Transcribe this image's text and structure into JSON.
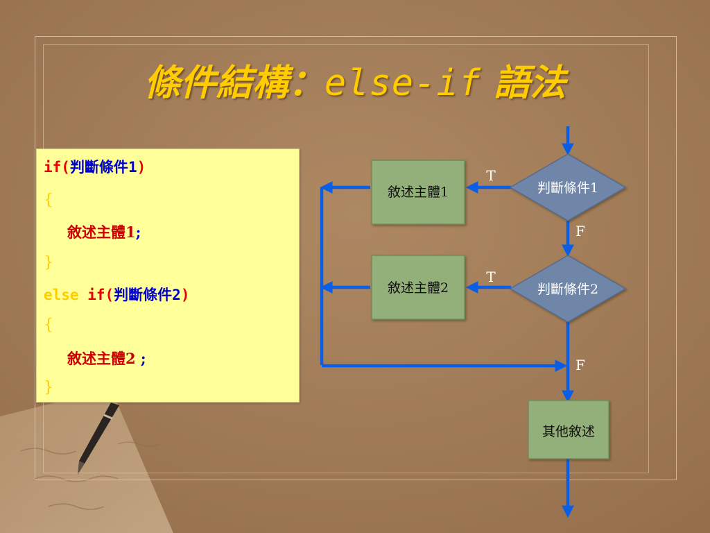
{
  "title": {
    "chinese": "條件結構：",
    "english": "else-if",
    "suffix": " 語法"
  },
  "code": {
    "line1": {
      "keyword": "if(",
      "condition": "判斷條件",
      "number": "1",
      "close": ")"
    },
    "open_brace": "{",
    "line3": {
      "body": "敘述主體",
      "number": "1",
      "semicolon": ";"
    },
    "close_brace": "}",
    "line5": {
      "else": "else",
      "keyword": " if(",
      "condition": "判斷條件",
      "number": "2",
      "close": ")"
    },
    "line7": {
      "body": "敘述主體",
      "number": "2",
      "semicolon": " ;"
    }
  },
  "diagram": {
    "condition1": "判斷條件1",
    "condition2": "判斷條件2",
    "body1": "敘述主體1",
    "body2": "敘述主體2",
    "other": "其他敘述",
    "true_label_1": "T",
    "true_label_2": "T",
    "false_label_1": "F",
    "false_label_2": "F"
  },
  "colors": {
    "background": "#a37c58",
    "title": "#ffcc00",
    "code_box": "#ffff99",
    "statement_box": "#94b07a",
    "decision": "#7086a8",
    "arrow": "#0a5ee6"
  }
}
